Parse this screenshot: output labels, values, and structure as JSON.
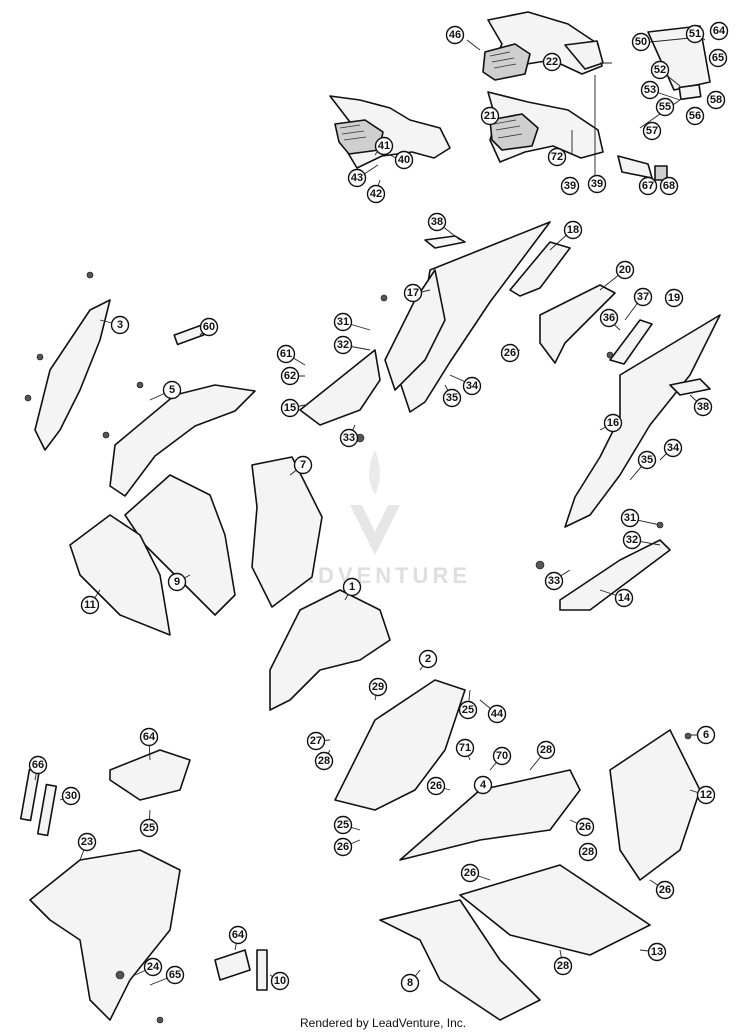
{
  "footer": {
    "credit": "Rendered by LeadVenture, Inc."
  },
  "watermark": {
    "text": "LEADVENTURE"
  },
  "callouts": [
    "46",
    "22",
    "50",
    "51",
    "64",
    "65",
    "52",
    "53",
    "55",
    "56",
    "58",
    "57",
    "21",
    "41",
    "40",
    "43",
    "42",
    "72",
    "39",
    "39",
    "67",
    "68",
    "38",
    "18",
    "17",
    "20",
    "19",
    "37",
    "36",
    "3",
    "60",
    "31",
    "32",
    "26",
    "61",
    "62",
    "34",
    "35",
    "5",
    "15",
    "33",
    "16",
    "38",
    "7",
    "34",
    "35",
    "31",
    "32",
    "33",
    "14",
    "9",
    "11",
    "1",
    "2",
    "29",
    "25",
    "44",
    "27",
    "28",
    "71",
    "70",
    "28",
    "4",
    "26",
    "25",
    "26",
    "26",
    "28",
    "6",
    "12",
    "64",
    "66",
    "30",
    "25",
    "26",
    "26",
    "13",
    "23",
    "24",
    "65",
    "64",
    "10",
    "8",
    "28"
  ]
}
